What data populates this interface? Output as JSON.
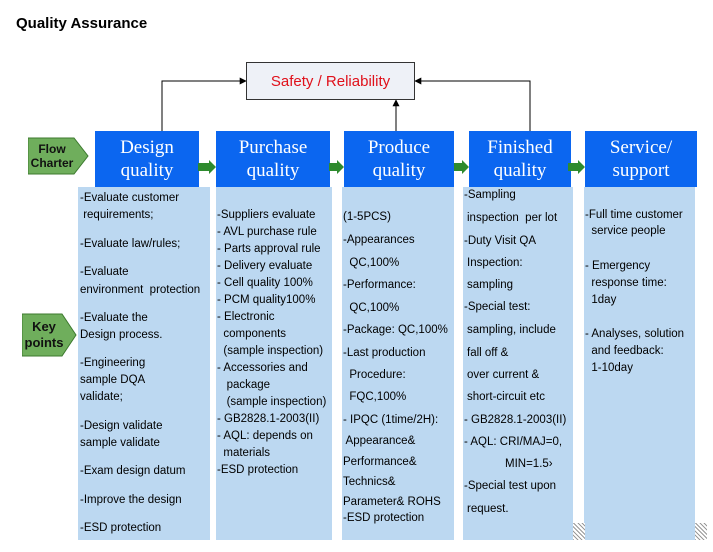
{
  "page_title": "Quality Assurance",
  "safety_box": "Safety / Reliability",
  "side_tags": {
    "flow": [
      "Flow",
      "Charter"
    ],
    "key": [
      "Key",
      "points"
    ]
  },
  "columns": [
    {
      "header": [
        "Design",
        "quality"
      ],
      "items": [
        "-Evaluate customer",
        " requirements;",
        "-Evaluate law/rules;",
        "-Evaluate",
        "environment  protection",
        "-Evaluate the",
        "Design process.",
        "-Engineering",
        "sample DQA",
        "validate;",
        "-Design validate",
        "sample validate",
        "-Exam design datum",
        "-Improve the design",
        "-ESD protection"
      ]
    },
    {
      "header": [
        "Purchase",
        "quality"
      ],
      "items": [
        "-Suppliers evaluate",
        "- AVL purchase rule",
        "- Parts approval rule",
        "- Delivery evaluate",
        "- Cell quality 100%",
        "- PCM quality100%",
        "- Electronic",
        "  components",
        "  (sample inspection)",
        "- Accessories and",
        "   package",
        "   (sample inspection)",
        "- GB2828.1-2003(II)",
        "- AQL: depends on",
        "  materials",
        "-ESD protection"
      ]
    },
    {
      "header": [
        "Produce",
        "quality"
      ],
      "items": [
        "(1-5PCS)",
        "-Appearances",
        "  QC,100%",
        "-Performance:",
        "  QC,100%",
        "-Package: QC,100%",
        "-Last production",
        "  Procedure:",
        "  FQC,100%",
        "- IPQC (1time/2H):",
        " Appearance&",
        "Performance&",
        "Technics&",
        "Parameter& ROHS",
        "-ESD protection"
      ]
    },
    {
      "header": [
        "Finished",
        "quality"
      ],
      "items": [
        "-Sampling",
        "inspection  per lot",
        "-Duty Visit QA",
        "Inspection:",
        "sampling",
        "-Special test:",
        "sampling, include",
        "fall off &",
        "over current &",
        "short-circuit etc",
        "- GB2828.1-2003(II)",
        "- AQL: CRI/MAJ=0,",
        "MIN=1.5›",
        "-Special test upon",
        "request."
      ]
    },
    {
      "header": [
        "Service/",
        "support"
      ],
      "items": [
        "-Full time customer",
        "  service people",
        "- Emergency",
        "  response time:",
        "  1day",
        "- Analyses, solution",
        "  and feedback:",
        "  1-10day"
      ]
    }
  ],
  "colors": {
    "header_blue": "#0b66f0",
    "body_blue": "#bcd8f1",
    "tag_green": "#6fae5c",
    "arrow_green": "#2e8b2e",
    "safety_text": "#e0101a"
  }
}
